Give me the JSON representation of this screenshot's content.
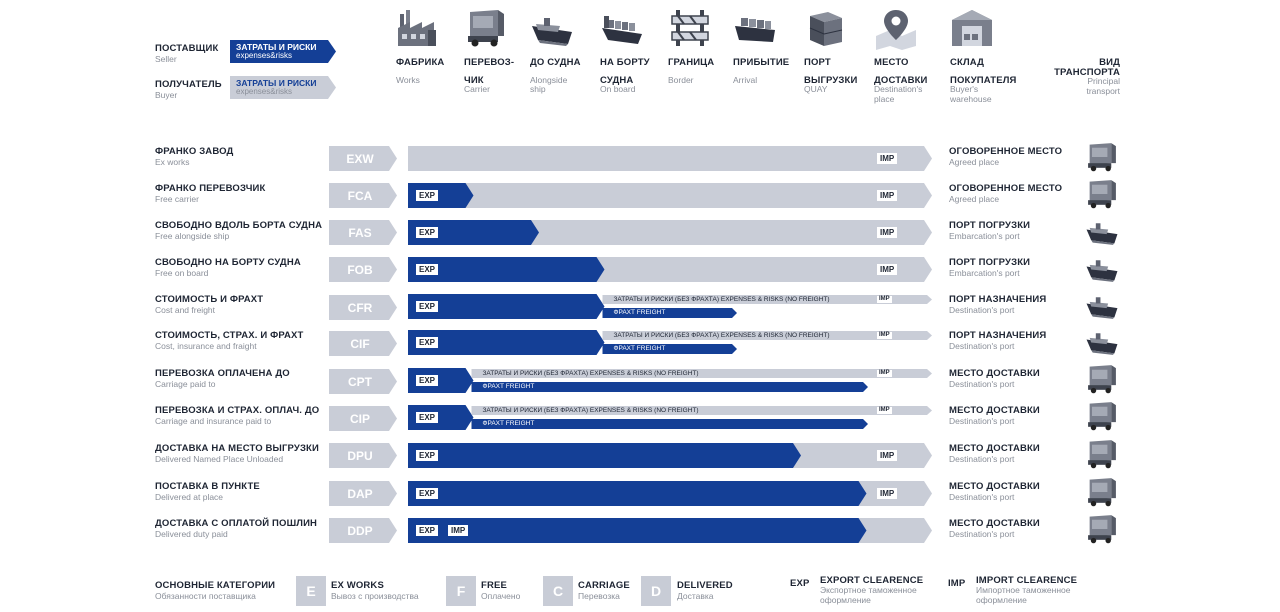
{
  "legend": {
    "seller_ru": "ПОСТАВЩИК",
    "seller_en": "Seller",
    "buyer_ru": "ПОЛУЧАТЕЛЬ",
    "buyer_en": "Buyer",
    "tag_ru": "ЗАТРАТЫ И РИСКИ",
    "tag_en": "expenses&risks"
  },
  "stages": [
    {
      "ru": "ФАБРИКА",
      "ru2": "",
      "en": "Works",
      "en2": "",
      "icon": "factory-icon"
    },
    {
      "ru": "ПЕРЕВОЗ-",
      "ru2": "ЧИК",
      "en": "Carrier",
      "en2": "",
      "icon": "truck-icon"
    },
    {
      "ru": "ДО СУДНА",
      "ru2": "",
      "en": "Alongside",
      "en2": "ship",
      "icon": "ship-icon"
    },
    {
      "ru": "НА БОРТУ",
      "ru2": "СУДНА",
      "en": "On board",
      "en2": "",
      "icon": "loaded-ship-icon"
    },
    {
      "ru": "ГРАНИЦА",
      "ru2": "",
      "en": "Border",
      "en2": "",
      "icon": "barrier-icon"
    },
    {
      "ru": "ПРИБЫТИЕ",
      "ru2": "",
      "en": "Arrival",
      "en2": "",
      "icon": "arriving-ship-icon"
    },
    {
      "ru": "ПОРТ",
      "ru2": "ВЫГРУЗКИ",
      "en": "QUAY",
      "en2": "",
      "icon": "containers-icon"
    },
    {
      "ru": "МЕСТО",
      "ru2": "ДОСТАВКИ",
      "en": "Destination's",
      "en2": "place",
      "icon": "map-pin-icon"
    },
    {
      "ru": "СКЛАД",
      "ru2": "ПОКУПАТЕЛЯ",
      "en": "Buyer's",
      "en2": "warehouse",
      "icon": "warehouse-icon"
    }
  ],
  "transport_header": {
    "ru": "ВИД",
    "ru2": "ТРАНСПОРТА",
    "en": "Principal",
    "en2": "transport"
  },
  "labels": {
    "exp": "EXP",
    "imp": "IMP",
    "costs_no_freight": "ЗАТРАТЫ И РИСКИ (БЕЗ ФРАХТА) EXPENSES & RISKS (NO FREIGHT)",
    "freight": "ФРАХТ FREIGHT"
  },
  "rows": [
    {
      "code": "EXW",
      "ru": "ФРАНКО ЗАВОД",
      "en": "Ex works",
      "dest_ru": "ОГОВОРЕННОЕ МЕСТО",
      "dest_en": "Agreed place",
      "transport": "truck-icon",
      "category": "E",
      "seller_share": 0,
      "split": false,
      "exp": false,
      "imp_in_exp": false
    },
    {
      "code": "FCA",
      "ru": "ФРАНКО ПЕРЕВОЗЧИК",
      "en": "Free carrier",
      "dest_ru": "ОГОВОРЕННОЕ МЕСТО",
      "dest_en": "Agreed place",
      "transport": "truck-icon",
      "category": "F",
      "seller_share": 0.125,
      "split": false,
      "exp": true,
      "imp_in_exp": false
    },
    {
      "code": "FAS",
      "ru": "СВОБОДНО ВДОЛЬ БОРТА СУДНА",
      "en": "Free alongside ship",
      "dest_ru": "ПОРТ ПОГРУЗКИ",
      "dest_en": "Embarcation's port",
      "transport": "ship-icon",
      "category": "F",
      "seller_share": 0.25,
      "split": false,
      "exp": true,
      "imp_in_exp": false
    },
    {
      "code": "FOB",
      "ru": "СВОБОДНО НА БОРТУ СУДНА",
      "en": "Free on board",
      "dest_ru": "ПОРТ ПОГРУЗКИ",
      "dest_en": "Embarcation's port",
      "transport": "ship-icon",
      "category": "F",
      "seller_share": 0.375,
      "split": false,
      "exp": true,
      "imp_in_exp": false
    },
    {
      "code": "CFR",
      "ru": "СТОИМОСТЬ И ФРАХТ",
      "en": "Cost and freight",
      "dest_ru": "ПОРТ НАЗНАЧЕНИЯ",
      "dest_en": "Destination's port",
      "transport": "ship-icon",
      "category": "C",
      "seller_share": 0.375,
      "split": true,
      "exp": true,
      "imp_in_exp": false
    },
    {
      "code": "CIF",
      "ru": "СТОИМОСТЬ, СТРАХ. И ФРАХТ",
      "en": "Cost, insurance and fraight",
      "dest_ru": "ПОРТ НАЗНАЧЕНИЯ",
      "dest_en": "Destination's port",
      "transport": "ship-icon",
      "category": "C",
      "seller_share": 0.375,
      "split": true,
      "exp": true,
      "imp_in_exp": false
    },
    {
      "code": "CPT",
      "ru": "ПЕРЕВОЗКА ОПЛАЧЕНА ДО",
      "en": "Carriage paid to",
      "dest_ru": "МЕСТО ДОСТАВКИ",
      "dest_en": "Destination's port",
      "transport": "truck-icon",
      "category": "C",
      "seller_share": 0.125,
      "split": true,
      "exp": true,
      "imp_in_exp": false
    },
    {
      "code": "CIP",
      "ru": "ПЕРЕВОЗКА И СТРАХ. ОПЛАЧ. ДО",
      "en": "Carriage and insurance paid to",
      "dest_ru": "МЕСТО ДОСТАВКИ",
      "dest_en": "Destination's port",
      "transport": "truck-icon",
      "category": "C",
      "seller_share": 0.125,
      "split": true,
      "exp": true,
      "imp_in_exp": false
    },
    {
      "code": "DPU",
      "ru": "ДОСТАВКА НА МЕСТО ВЫГРУЗКИ",
      "en": "Delivered Named Place Unloaded",
      "dest_ru": "МЕСТО ДОСТАВКИ",
      "dest_en": "Destination's port",
      "transport": "truck-icon",
      "category": "D",
      "seller_share": 0.75,
      "split": false,
      "exp": true,
      "imp_in_exp": false
    },
    {
      "code": "DAP",
      "ru": "ПОСТАВКА В ПУНКТЕ",
      "en": "Delivered at place",
      "dest_ru": "МЕСТО ДОСТАВКИ",
      "dest_en": "Destination's port",
      "transport": "truck-icon",
      "category": "D",
      "seller_share": 0.875,
      "split": false,
      "exp": true,
      "imp_in_exp": false
    },
    {
      "code": "DDP",
      "ru": "ДОСТАВКА С ОПЛАТОЙ ПОШЛИН",
      "en": "Delivered duty paid",
      "dest_ru": "МЕСТО ДОСТАВКИ",
      "dest_en": "Destination's port",
      "transport": "truck-icon",
      "category": "D",
      "seller_share": 0.875,
      "split": false,
      "exp": true,
      "imp_in_exp": true
    }
  ],
  "footer": {
    "title_ru": "ОСНОВНЫЕ КАТЕГОРИИ",
    "title_en": "Обязанности поставщика",
    "categories": [
      {
        "letter": "E",
        "ru": "EX WORKS",
        "en": "Вывоз с производства"
      },
      {
        "letter": "F",
        "ru": "FREE",
        "en": "Оплачено"
      },
      {
        "letter": "C",
        "ru": "CARRIAGE",
        "en": "Перевозка"
      },
      {
        "letter": "D",
        "ru": "DELIVERED",
        "en": "Доставка"
      }
    ],
    "exp_code": "EXP",
    "exp_ru": "EXPORT CLEARENCE",
    "exp_en": "Экспортное таможенное",
    "exp_en2": "оформление",
    "imp_code": "IMP",
    "imp_ru": "IMPORT CLEARENCE",
    "imp_en": "Импортное таможенное",
    "imp_en2": "оформление"
  },
  "colors": {
    "seller_blue": "#143f96",
    "buyer_grey": "#c9cdd7",
    "text_dark": "#1e2533",
    "text_muted": "#8a8f99"
  }
}
